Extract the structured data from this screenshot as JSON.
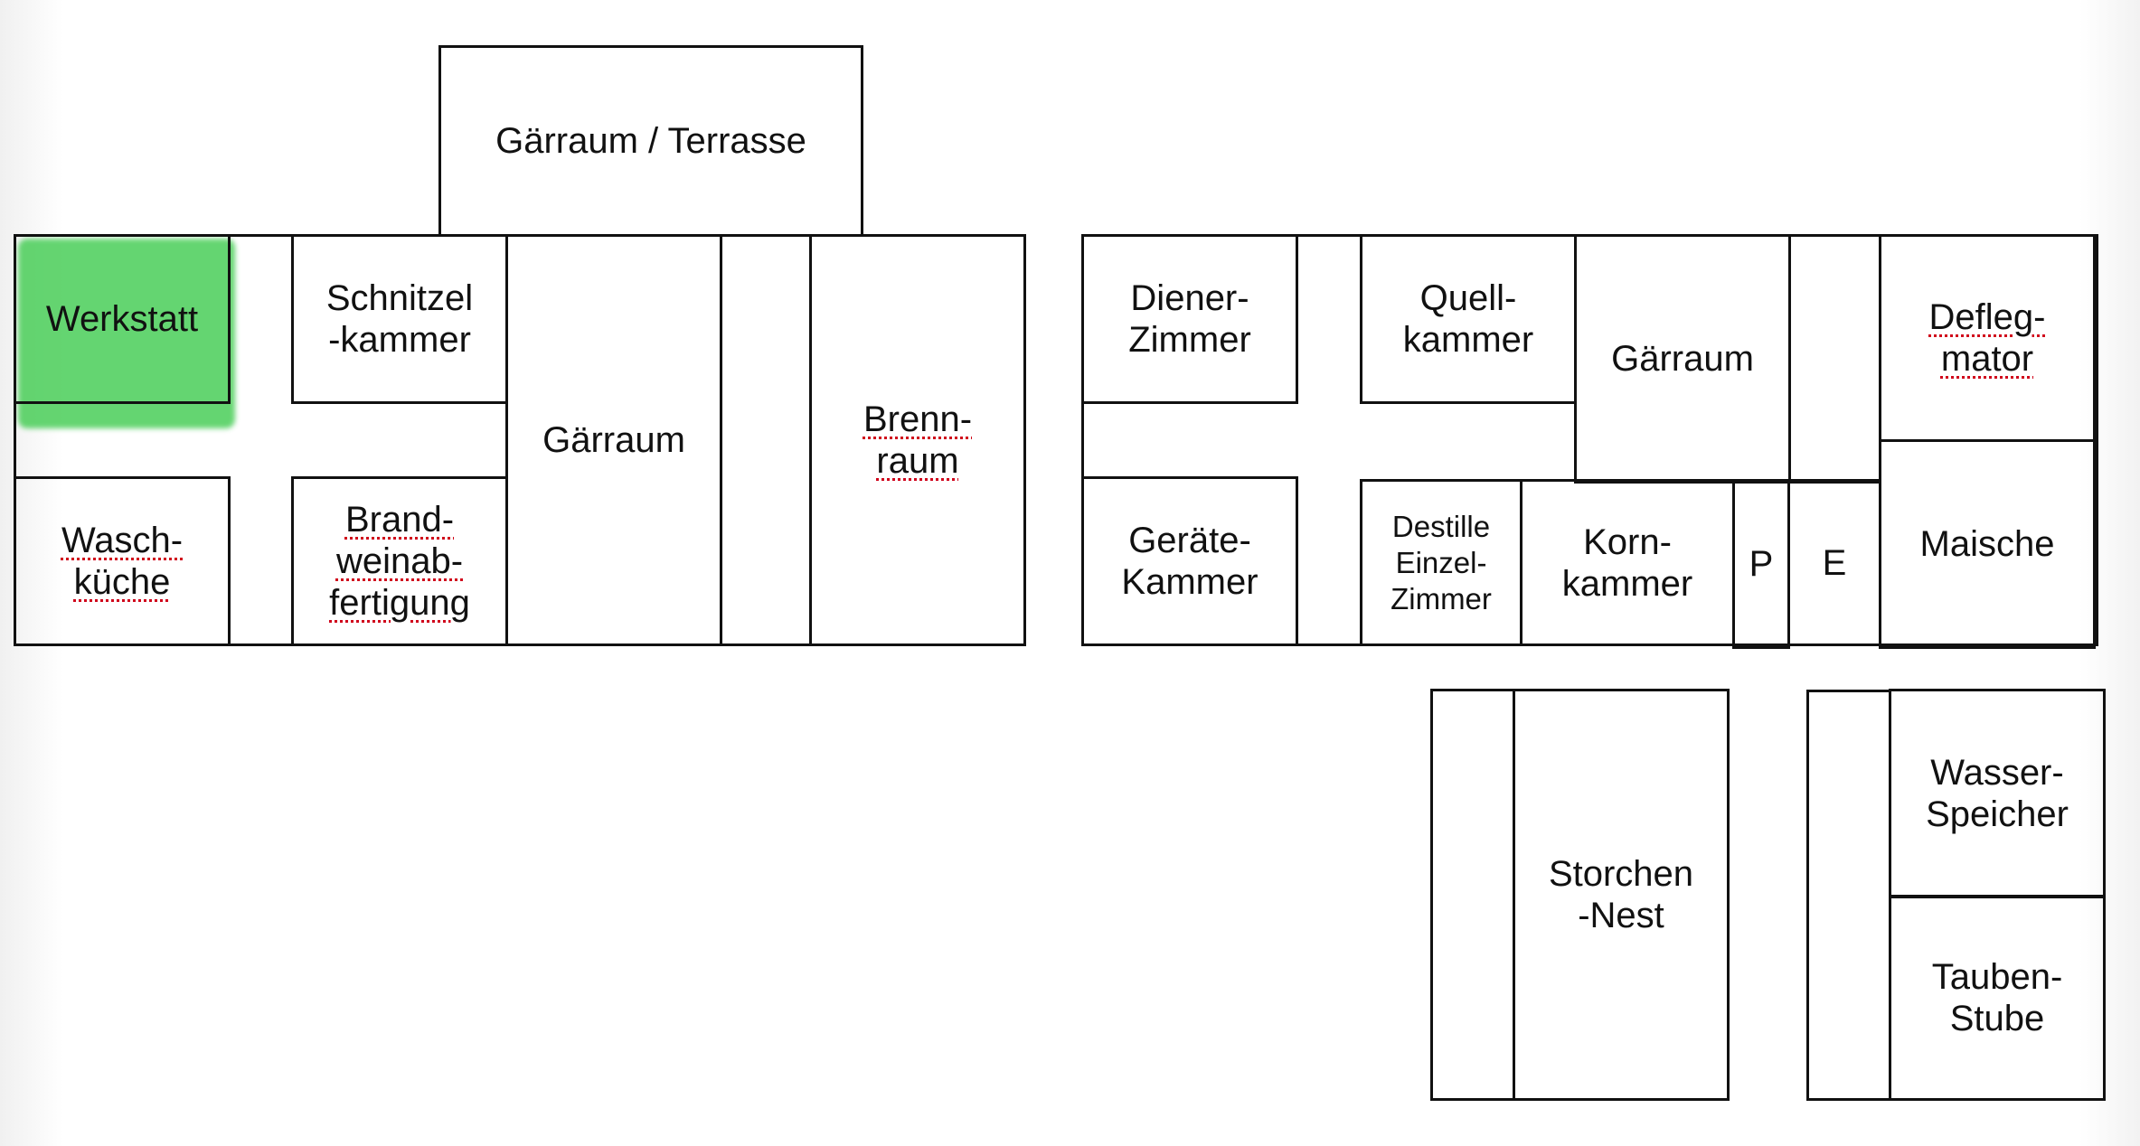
{
  "rooms": {
    "gaerraum_terrasse": "Gärraum / Terrasse",
    "werkstatt": "Werkstatt",
    "schnitzelkammer": "Schnitzel\n-kammer",
    "gaerraum_left": "Gärraum",
    "brennraum": "Brenn-\nraum",
    "waschkueche": "Wasch-\nküche",
    "brandweinabfertigung": "Brand-\nweinab-\nfertigung",
    "dienerzimmer": "Diener-\nZimmer",
    "quellkammer": "Quell-\nkammer",
    "gaerraum_right": "Gärraum",
    "dephlegmator": "Defleg-\nmator",
    "geraetekammer": "Geräte-\nKammer",
    "destille": "Destille\nEinzel-\nZimmer",
    "kornkammer": "Korn-\nkammer",
    "p": "P",
    "e": "E",
    "maische": "Maische",
    "storchennest": "Storchen\n-Nest",
    "wasserspeicher": "Wasser-\nSpeicher",
    "taubenstube": "Tauben-\nStube"
  },
  "colors": {
    "highlight": "#43cc52",
    "line": "#111111",
    "spellcheck": "#d0021b"
  }
}
